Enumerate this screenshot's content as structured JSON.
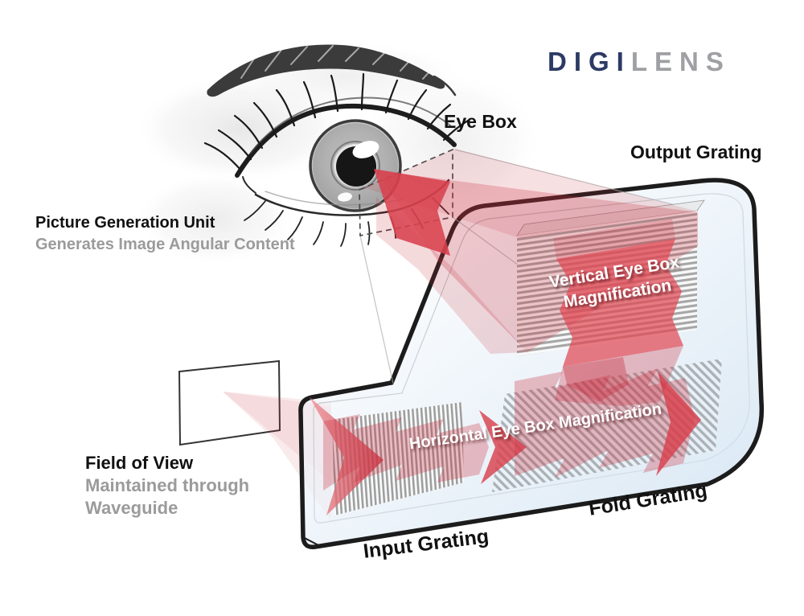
{
  "logo": {
    "part1": "DIGI",
    "part2": "LENS"
  },
  "labels": {
    "eye_box": "Eye Box",
    "output_grating": "Output Grating",
    "pgu_title": "Picture Generation Unit",
    "pgu_subtitle": "Generates Image Angular Content",
    "vertical_mag": "Vertical Eye Box Magnification",
    "horizontal_mag": "Horizontal Eye Box Magnification",
    "fov_title": "Field of View",
    "fov_line2": "Maintained through",
    "fov_line3": "Waveguide",
    "input_grating": "Input Grating",
    "fold_grating": "Fold Grating"
  },
  "colors": {
    "logo_navy": "#2c3a64",
    "logo_gray": "#9fa0a4",
    "accent_red": "#c9303e",
    "bright_red": "#df4853",
    "outline_black": "#1c1c1c",
    "stripe_gray": "#a6a6a6",
    "waveguide_blue": "#d4e4f2",
    "subtitle_gray": "#9b9b9b"
  }
}
